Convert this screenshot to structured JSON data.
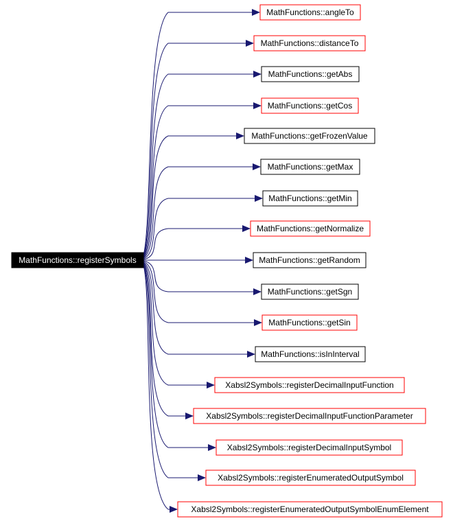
{
  "colors": {
    "background": "#ffffff",
    "edge": "#191970",
    "root_fill": "#000000",
    "root_text": "#ffffff",
    "documented_border": "#000000",
    "undocumented_border": "#ff0000",
    "node_fill": "#ffffff",
    "node_text": "#000000"
  },
  "root": {
    "label": "MathFunctions::registerSymbols"
  },
  "callees": [
    {
      "label": "MathFunctions::angleTo",
      "border": "red"
    },
    {
      "label": "MathFunctions::distanceTo",
      "border": "red"
    },
    {
      "label": "MathFunctions::getAbs",
      "border": "black"
    },
    {
      "label": "MathFunctions::getCos",
      "border": "red"
    },
    {
      "label": "MathFunctions::getFrozenValue",
      "border": "black"
    },
    {
      "label": "MathFunctions::getMax",
      "border": "black"
    },
    {
      "label": "MathFunctions::getMin",
      "border": "black"
    },
    {
      "label": "MathFunctions::getNormalize",
      "border": "red"
    },
    {
      "label": "MathFunctions::getRandom",
      "border": "black"
    },
    {
      "label": "MathFunctions::getSgn",
      "border": "black"
    },
    {
      "label": "MathFunctions::getSin",
      "border": "red"
    },
    {
      "label": "MathFunctions::isInInterval",
      "border": "black"
    },
    {
      "label": "Xabsl2Symbols::registerDecimalInputFunction",
      "border": "red"
    },
    {
      "label": "Xabsl2Symbols::registerDecimalInputFunctionParameter",
      "border": "red"
    },
    {
      "label": "Xabsl2Symbols::registerDecimalInputSymbol",
      "border": "red"
    },
    {
      "label": "Xabsl2Symbols::registerEnumeratedOutputSymbol",
      "border": "red"
    },
    {
      "label": "Xabsl2Symbols::registerEnumeratedOutputSymbolEnumElement",
      "border": "red"
    }
  ]
}
